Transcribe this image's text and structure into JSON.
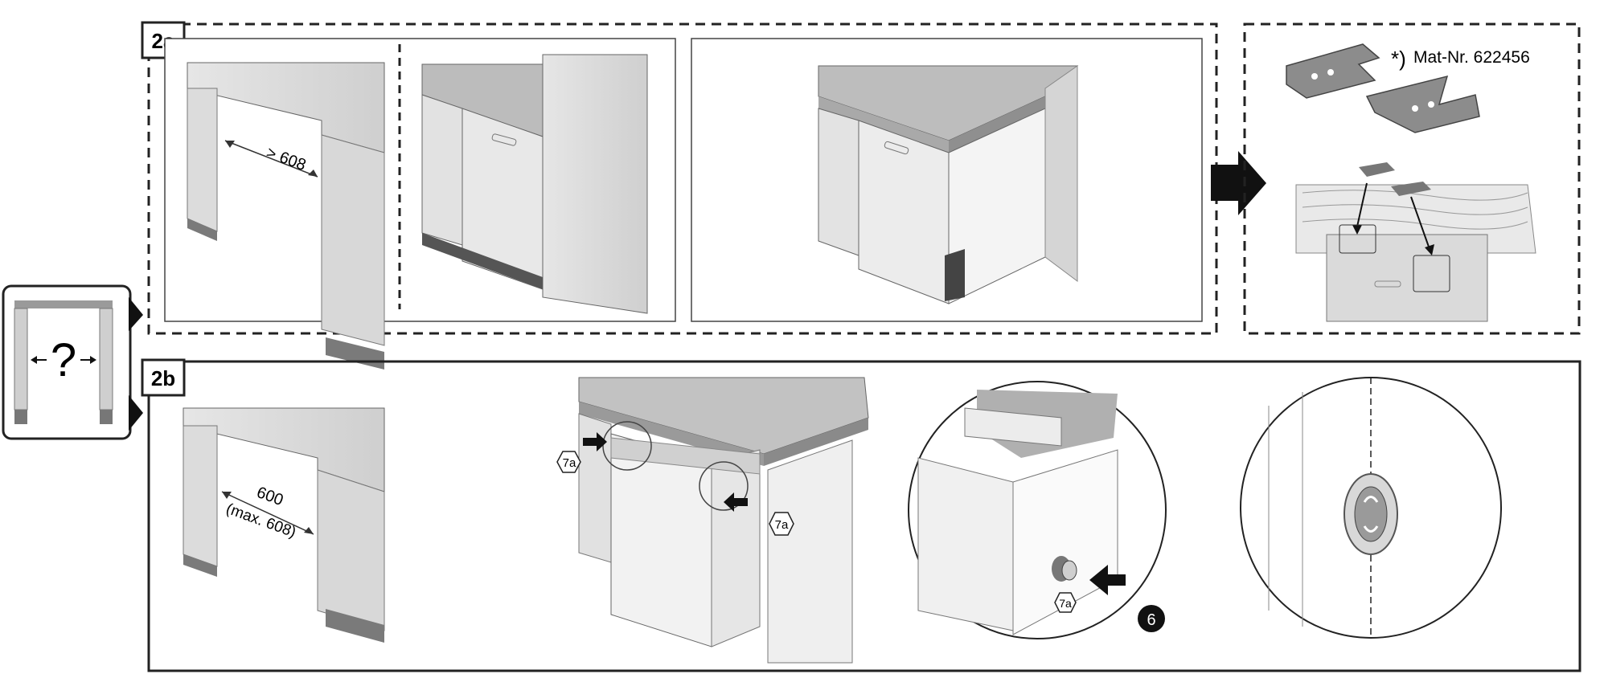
{
  "panels": {
    "section_a_label": "2a",
    "section_b_label": "2b"
  },
  "measurements": {
    "min_width": "> 608",
    "width": "600",
    "max_width": "(max. 608)"
  },
  "accessory": {
    "asterisk": "*)",
    "part_number": "Mat-Nr. 622456"
  },
  "side_icon": {
    "question": "?"
  },
  "callouts": {
    "screw_tag": "7a",
    "step_number": "6"
  }
}
